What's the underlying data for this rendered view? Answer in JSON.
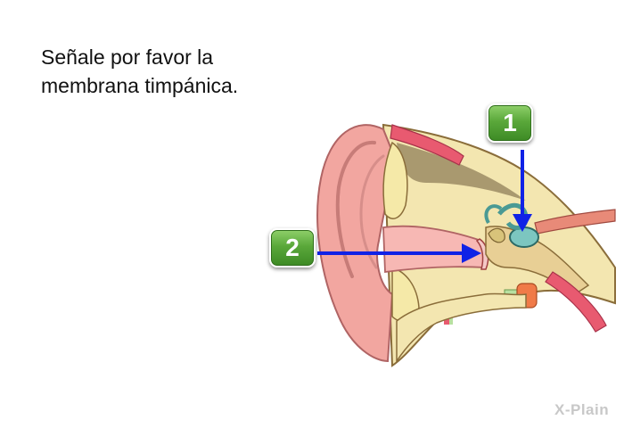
{
  "question": {
    "line1": "Señale por favor la",
    "line2": "membrana timpánica."
  },
  "choices": [
    {
      "label": "1"
    },
    {
      "label": "2"
    }
  ],
  "brand": {
    "text": "X-Plain"
  },
  "colors": {
    "button_green": "#5aa83a",
    "arrow_blue": "#1022e6",
    "skin": "#f2a6a0",
    "bone": "#f3e6b0"
  },
  "icons": [
    "ear-anatomy-illustration",
    "arrow-down-icon",
    "arrow-right-icon"
  ]
}
